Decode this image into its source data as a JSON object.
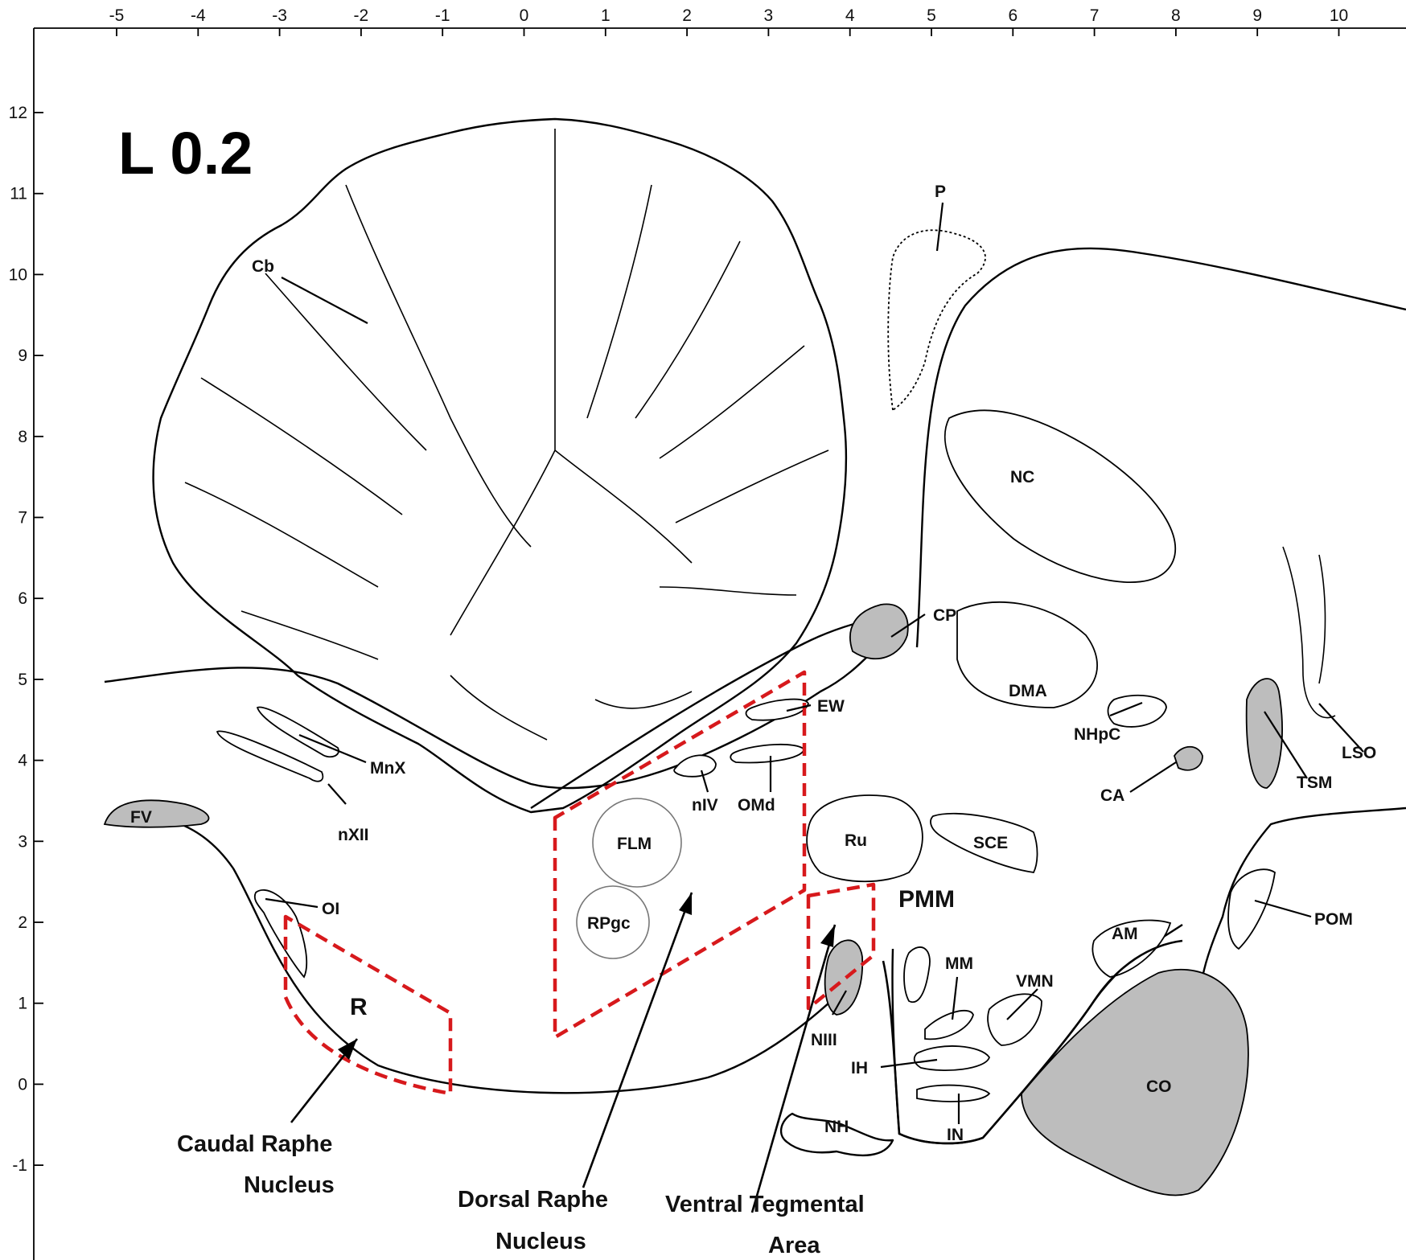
{
  "title": "L 0.2",
  "axes": {
    "x_ticks": [
      "-5",
      "-4",
      "-3",
      "-2",
      "-1",
      "0",
      "1",
      "2",
      "3",
      "4",
      "5",
      "6",
      "7",
      "8",
      "9",
      "10"
    ],
    "y_ticks": [
      "12",
      "11",
      "10",
      "9",
      "8",
      "7",
      "6",
      "5",
      "4",
      "3",
      "2",
      "1",
      "0",
      "-1"
    ]
  },
  "regions": {
    "cb": "Cb",
    "p": "P",
    "nc": "NC",
    "cp": "CP",
    "dma": "DMA",
    "nhpc": "NHpC",
    "ew": "EW",
    "mnx": "MnX",
    "nxii": "nXII",
    "fv": "FV",
    "niv": "nIV",
    "omd": "OMd",
    "flm": "FLM",
    "rpgc": "RPgc",
    "ru": "Ru",
    "sce": "SCE",
    "oi": "OI",
    "r": "R",
    "ca": "CA",
    "tsm": "TSM",
    "lso": "LSO",
    "pom": "POM",
    "am": "AM",
    "mm": "MM",
    "vmn": "VMN",
    "niii": "NIII",
    "ih": "IH",
    "in": "IN",
    "nh": "NH",
    "co": "CO",
    "pmm": "PMM"
  },
  "callouts": {
    "caudal_raphe_line1": "Caudal Raphe",
    "caudal_raphe_line2": "Nucleus",
    "dorsal_raphe_line1": "Dorsal Raphe",
    "dorsal_raphe_line2": "Nucleus",
    "vta_line1": "Ventral Tegmental",
    "vta_line2": "Area"
  },
  "colors": {
    "highlight_dashes": "#d7191c",
    "shaded_nuclei": "#bdbdbd",
    "outline": "#000000"
  }
}
